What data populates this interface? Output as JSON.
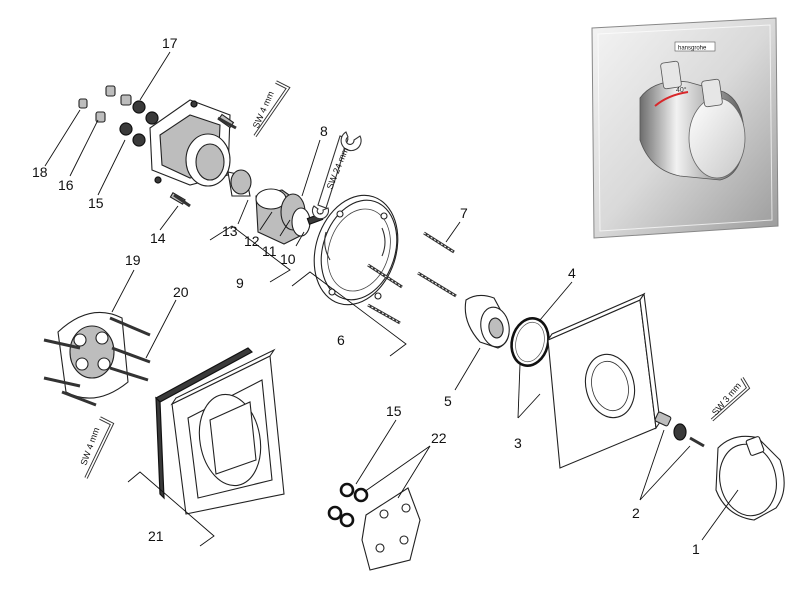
{
  "part_labels": {
    "p1": "1",
    "p2": "2",
    "p3a": "3",
    "p4": "4",
    "p5": "5",
    "p6": "6",
    "p7": "7",
    "p8": "8",
    "p9": "9",
    "p10": "10",
    "p11": "11",
    "p12": "12",
    "p13": "13",
    "p14": "14",
    "p15a": "15",
    "p15b": "15",
    "p16": "16",
    "p17": "17",
    "p18": "18",
    "p19": "19",
    "p20": "20",
    "p21": "21",
    "p22": "22"
  },
  "tool_labels": {
    "sw4_top": "SW 4 mm",
    "sw24": "SW 24 mm",
    "sw4_left": "SW 4 mm",
    "sw3": "SW 3 mm"
  },
  "product": {
    "brand": "hansgrohe",
    "dial_marking": "40°"
  }
}
